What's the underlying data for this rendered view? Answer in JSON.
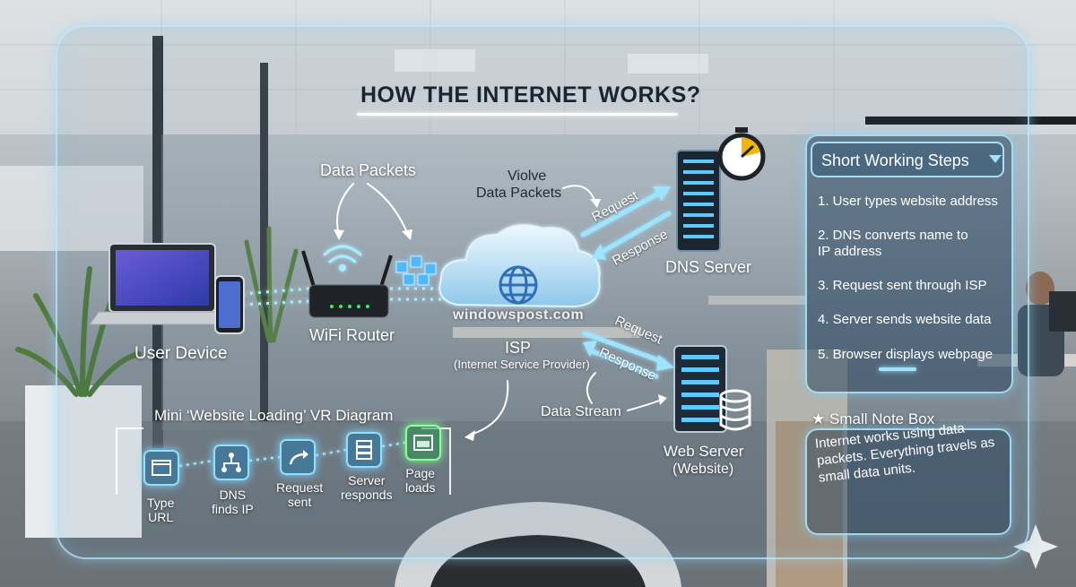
{
  "diagram": {
    "title": "HOW THE INTERNET WORKS?",
    "watermark": "windowspost.com",
    "labels": {
      "data_packets": "Data Packets",
      "violve_line1": "Violve",
      "violve_line2": "Data Packets",
      "user_device": "User Device",
      "wifi_router": "WiFi Router",
      "isp": "ISP",
      "isp_full": "(Internet Service Provider)",
      "dns_server": "DNS Server",
      "web_server_line1": "Web Server",
      "web_server_line2": "(Website)",
      "data_stream": "Data Stream",
      "request_top": "Request",
      "response_top": "Response",
      "request_bottom": "Request",
      "response_bottom": "Response"
    }
  },
  "steps_panel": {
    "heading": "Short Working Steps",
    "items": [
      "1. User types website address",
      "2. DNS converts name to IP address",
      "3. Request sent through ISP",
      "4. Server sends website data",
      "5. Browser displays webpage"
    ]
  },
  "note_box": {
    "title": "Small Note Box",
    "text": "Internet works using data packets. Everything travels as small data units."
  },
  "mini_diagram": {
    "title": "Mini ‘Website Loading’ VR Diagram",
    "nodes": [
      {
        "line1": "Type",
        "line2": "URL",
        "icon": "browser-window-icon"
      },
      {
        "line1": "DNS",
        "line2": "finds IP",
        "icon": "network-tree-icon"
      },
      {
        "line1": "Request",
        "line2": "sent",
        "icon": "share-arrow-icon"
      },
      {
        "line1": "Server",
        "line2": "responds",
        "icon": "server-stack-icon"
      },
      {
        "line1": "Page",
        "line2": "loads",
        "icon": "page-window-icon"
      }
    ]
  },
  "colors": {
    "glow": "#8fe0ff",
    "green_glow": "#8cff9c",
    "clock_accent": "#f2b600"
  }
}
